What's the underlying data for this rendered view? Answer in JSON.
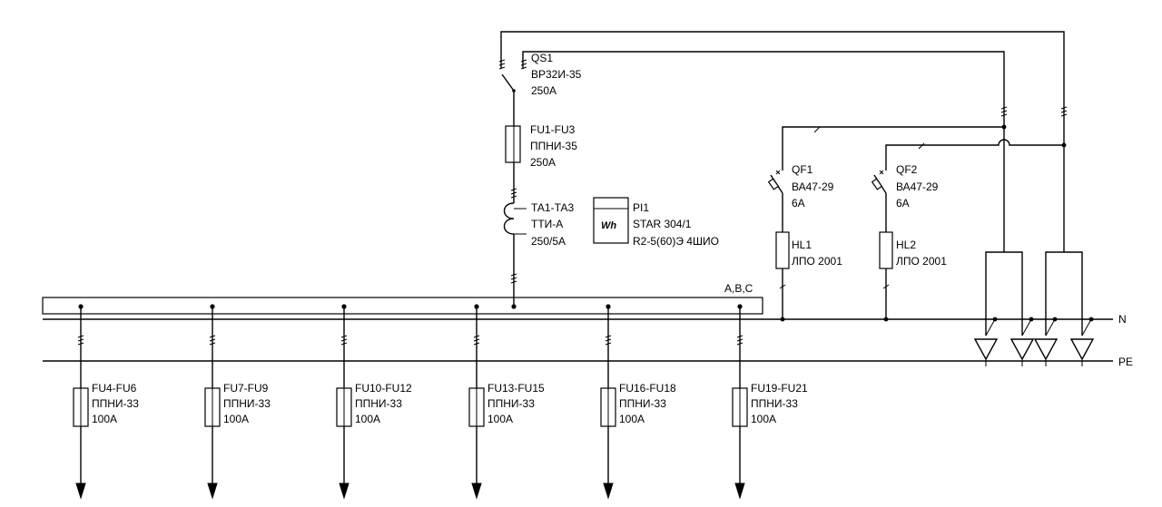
{
  "qs1": {
    "ref": "QS1",
    "type": "ВР32И-35",
    "rating": "250А"
  },
  "fu_main": {
    "ref": "FU1-FU3",
    "type": "ППНИ-35",
    "rating": "250А"
  },
  "ta": {
    "ref": "ТА1-ТА3",
    "type": "ТТИ-А",
    "rating": "250/5А"
  },
  "meter": {
    "ref": "PI1",
    "type": "STAR 304/1",
    "spec": "R2-5(60)Э 4ШИО",
    "symbol": "Wh"
  },
  "qf1": {
    "ref": "QF1",
    "type": "ВА47-29",
    "rating": "6А"
  },
  "qf2": {
    "ref": "QF2",
    "type": "ВА47-29",
    "rating": "6А"
  },
  "hl1": {
    "ref": "HL1",
    "type": "ЛПО 2001"
  },
  "hl2": {
    "ref": "HL2",
    "type": "ЛПО 2001"
  },
  "busbar_label": "А,В,С",
  "n_label": "N",
  "pe_label": "PE",
  "feeders": [
    {
      "ref": "FU4-FU6",
      "type": "ППНИ-33",
      "rating": "100А"
    },
    {
      "ref": "FU7-FU9",
      "type": "ППНИ-33",
      "rating": "100А"
    },
    {
      "ref": "FU10-FU12",
      "type": "ППНИ-33",
      "rating": "100А"
    },
    {
      "ref": "FU13-FU15",
      "type": "ППНИ-33",
      "rating": "100А"
    },
    {
      "ref": "FU16-FU18",
      "type": "ППНИ-33",
      "rating": "100А"
    },
    {
      "ref": "FU19-FU21",
      "type": "ППНИ-33",
      "rating": "100А"
    }
  ]
}
